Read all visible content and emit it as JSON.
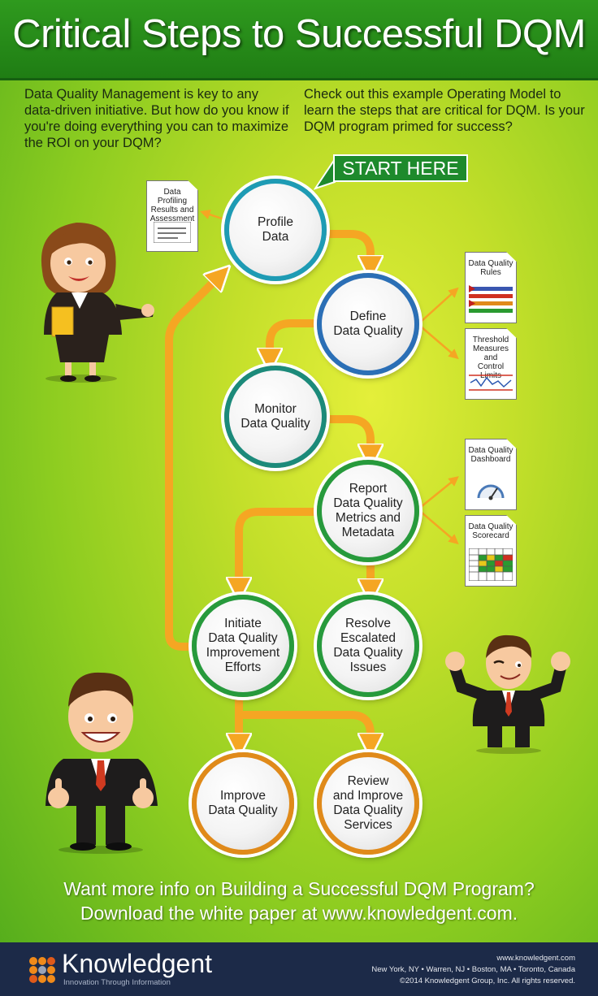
{
  "title": "Critical Steps to Successful DQM",
  "intro_left": "Data Quality Management is key to any data-driven initiative. But how do you know if you're doing everything you can to maximize the ROI on your DQM?",
  "intro_right": "Check out this example Operating Model to learn the steps that are critical for DQM. Is your DQM program primed for success?",
  "start_label": "START HERE",
  "steps": {
    "profile": "Profile\nData",
    "define": "Define\nData Quality",
    "monitor": "Monitor\nData Quality",
    "report": "Report\nData Quality\nMetrics and\nMetadata",
    "initiate": "Initiate\nData Quality\nImprovement\nEfforts",
    "resolve": "Resolve\nEscalated\nData Quality\nIssues",
    "improve": "Improve\nData Quality",
    "review": "Review\nand Improve\nData Quality\nServices"
  },
  "documents": {
    "profiling": "Data Profiling\nResults and\nAssessment",
    "rules": "Data Quality\nRules",
    "threshold": "Threshold\nMeasures and\nControl Limits",
    "dashboard": "Data Quality\nDashboard",
    "scorecard": "Data Quality\nScorecard"
  },
  "cta_line1": "Want more info on Building a Successful DQM Program?",
  "cta_line2": "Download the white paper at www.knowledgent.com.",
  "footer": {
    "brand": "Knowledgent",
    "tagline": "Innovation Through Information",
    "website": "www.knowledgent.com",
    "locations": "New York, NY • Warren, NJ • Boston, MA • Toronto, Canada",
    "copyright": "©2014 Knowledgent Group, Inc.  All rights reserved."
  },
  "colors": {
    "arrow": "#f5a623",
    "banner": "#2a8f1c",
    "footer": "#1c2a48",
    "start": "#1e8a2c"
  }
}
